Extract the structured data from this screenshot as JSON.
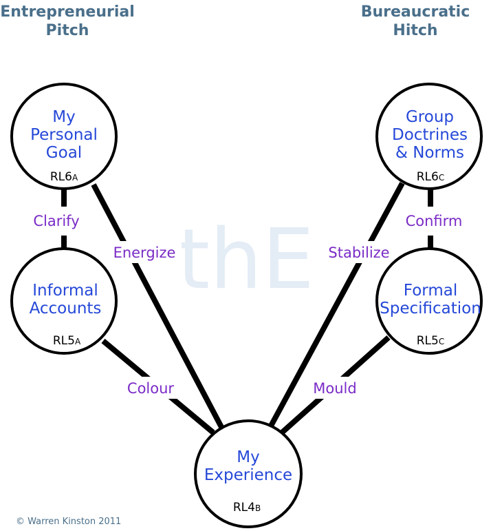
{
  "headings": {
    "left": {
      "line1": "Entrepreneurial",
      "line2": "Pitch"
    },
    "right": {
      "line1": "Bureaucratic",
      "line2": "Hitch"
    }
  },
  "colors": {
    "heading": "#4a6f8a",
    "node_title": "#2548d8",
    "edge_label": "#7a2bc6",
    "line": "#000000"
  },
  "nodes": {
    "personal_goal": {
      "lines": [
        "My",
        "Personal",
        "Goal"
      ],
      "code": "RL6",
      "sub": "A"
    },
    "informal_accounts": {
      "lines": [
        "Informal",
        "Accounts"
      ],
      "code": "RL5",
      "sub": "A"
    },
    "my_experience": {
      "lines": [
        "My",
        "Experience"
      ],
      "code": "RL4",
      "sub": "B"
    },
    "group_doctrines": {
      "lines": [
        "Group",
        "Doctrines",
        "& Norms"
      ],
      "code": "RL6",
      "sub": "C"
    },
    "formal_specification": {
      "lines": [
        "Formal",
        "Specification"
      ],
      "code": "RL5",
      "sub": "C"
    }
  },
  "edges": {
    "clarify": "Clarify",
    "energize": "Energize",
    "colour": "Colour",
    "confirm": "Confirm",
    "stabilize": "Stabilize",
    "mould": "Mould"
  },
  "watermark": "thE",
  "copyright": "© Warren Kinston 2011"
}
